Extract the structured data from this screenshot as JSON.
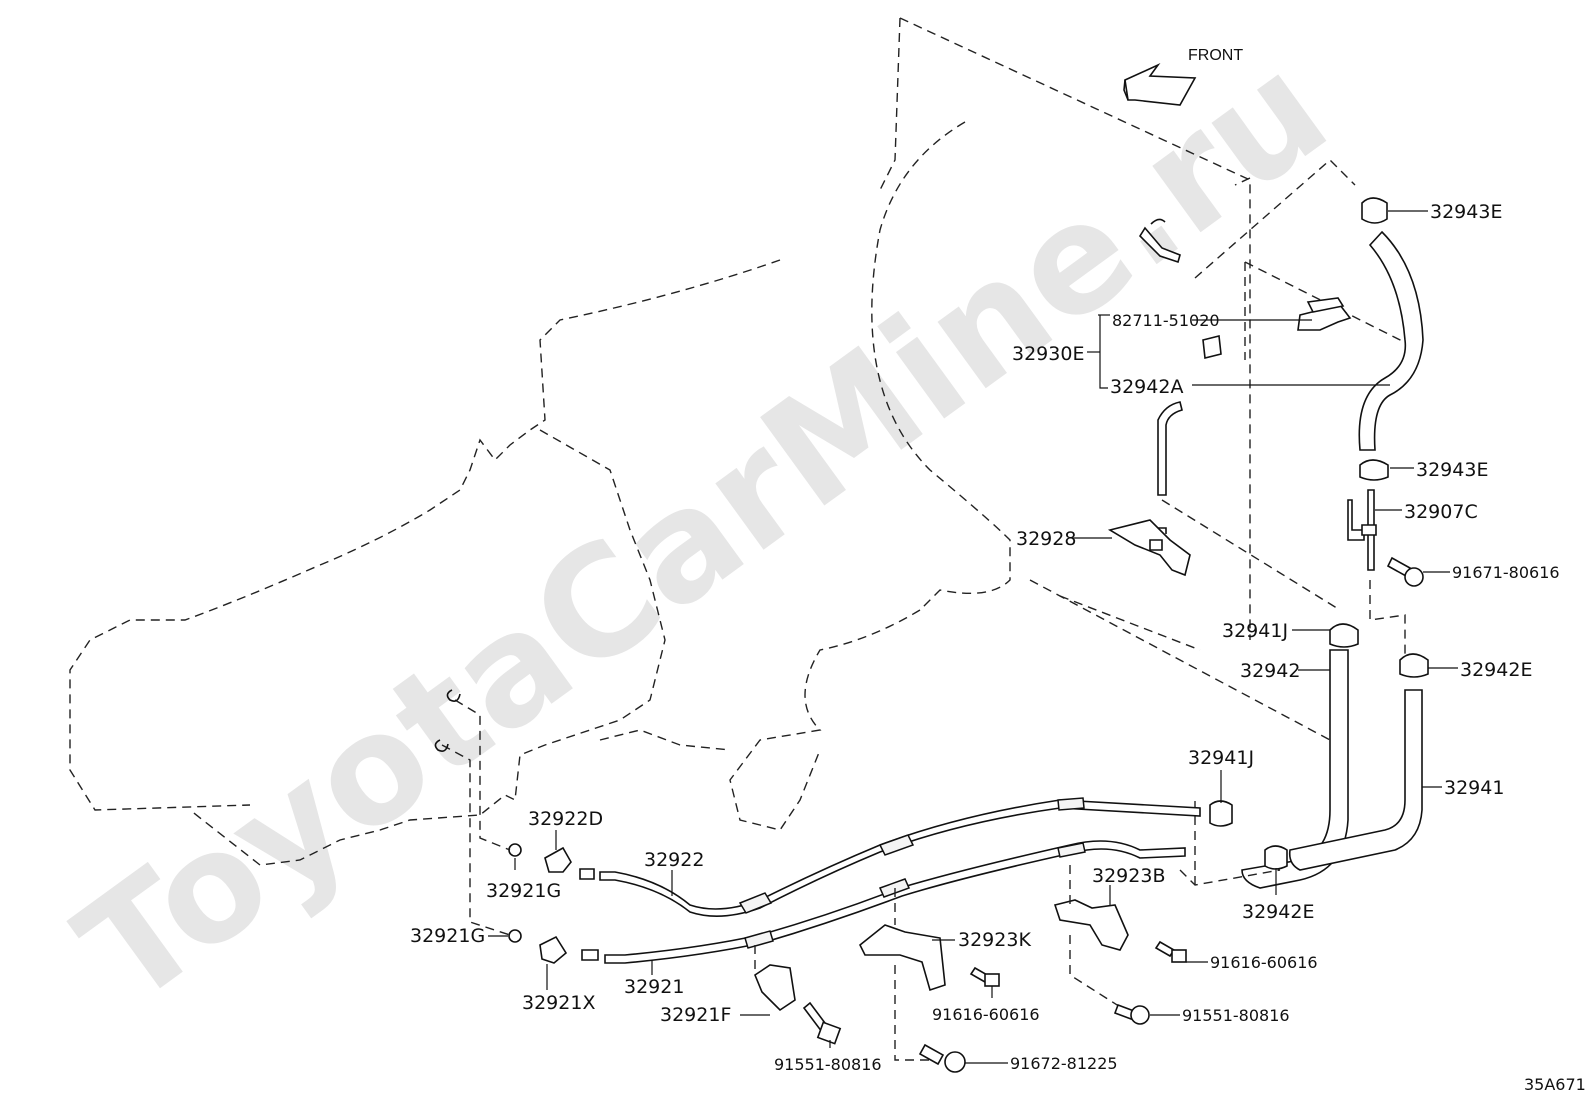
{
  "watermark": "ToyotaCarMine.ru",
  "direction": {
    "label": "FRONT"
  },
  "diagram_code": "35A671",
  "parts": {
    "p32943E_top": "32943E",
    "p82711": "82711-51020",
    "p32930E": "32930E",
    "p32942A": "32942A",
    "p32943E_mid": "32943E",
    "p32907C": "32907C",
    "p91671": "91671-80616",
    "p32928": "32928",
    "p32941J_top": "32941J",
    "p32942": "32942",
    "p32942E_right": "32942E",
    "p32941J_mid": "32941J",
    "p32941": "32941",
    "p32922D": "32922D",
    "p32922": "32922",
    "p32921G_top": "32921G",
    "p32923B": "32923B",
    "p32942E_low": "32942E",
    "p32921G_left": "32921G",
    "p32923K": "32923K",
    "p91616_right": "91616-60616",
    "p32921X": "32921X",
    "p32921": "32921",
    "p91616_mid": "91616-60616",
    "p32921F": "32921F",
    "p91551_right": "91551-80816",
    "p91672": "91672-81225",
    "p91551_left": "91551-80816"
  }
}
